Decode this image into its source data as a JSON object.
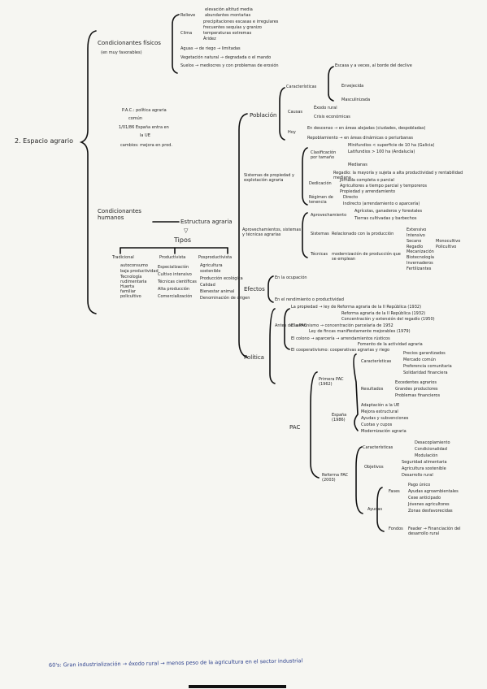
{
  "title": "2. Espacio agrario",
  "cond_fisicos": {
    "label": "Condicionantes físicos",
    "sub": "(en muy favorables)",
    "relieve": "Relieve",
    "relieve_items": [
      "elevación altitud media",
      "abundantes montañas"
    ],
    "clima": "Clima",
    "clima_items": [
      "precipitaciones escasas e irregulares",
      "frecuentes sequías y granizo",
      "temperaturas extremas",
      "Áridez"
    ],
    "aguas": "Aguas → de riego → limitadas",
    "vegetacion": "Vegetación natural → degradada o el mando",
    "suelos": "Suelos → mediocres y con problemas de erosión"
  },
  "pac_block": [
    "P.A.C.: política agraria",
    "común",
    "1/01/86 España entra en",
    "la UE",
    "cambios: mejora en prod."
  ],
  "cond_humanos": {
    "label": "Condicionantes humanos",
    "estructura": "Estructura agraria",
    "tipos": "Tipos",
    "tradicional": "Tradicional",
    "trad_items": [
      "autoconsumo",
      "baja productividad",
      "Tecnología",
      "rudimentaria",
      "Huerta",
      "familiar",
      "policultivo"
    ],
    "productivista": "Productivista",
    "prod_items": [
      "Especialización",
      "Cultivo intensivo",
      "Técnicas científicas",
      "Alta producción",
      "Comercialización"
    ],
    "posproductivista": "Posproductivista",
    "pos_items": [
      "Agricultura",
      "sostenible",
      "Producción ecológica",
      "Calidad",
      "Bienestar animal",
      "Denominación de origen"
    ]
  },
  "poblacion": {
    "label": "Población",
    "caracteristicas": "Características",
    "car_items": [
      "Escasa y a veces, al borde del declive",
      "Envejecida",
      "Masculinizada"
    ],
    "causas": "Causas",
    "causas_items": [
      "Éxodo rural",
      "Crisis económicas"
    ],
    "hoy": "Hoy",
    "hoy_items": [
      "En descenso → en áreas alejadas (ciudades, despobladas)",
      "Repoblamiento → en áreas dinámicas o periurbanas"
    ]
  },
  "sistemas": {
    "label": "Sistemas de propiedad y explotación agraria",
    "clasificacion": "Clasificación por tamaño",
    "clas_items": [
      "Minifundios < superficie de 10 ha (Galicia)",
      "Latifundios > 100 ha (Andalucía)",
      "Medianas"
    ],
    "regadio": "Regadío: la mayoría y sujeta a alta productividad y rentabilidad mediana",
    "dedicacion": "Dedicación",
    "ded_items": [
      "Jornada completa o parcial",
      "Agricultores a tiempo parcial y temporeros",
      "Propiedad y arrendamiento"
    ],
    "regimen": "Régimen de tenencia",
    "reg_items": [
      "Directo",
      "Indirecto (arrendamiento o aparcería)"
    ]
  },
  "aprovechamiento": {
    "label": "Aprovechamientos, sistemas y técnicas agrarias",
    "ap": "Aprovechamiento",
    "ap_items": [
      "Agrícolas, ganaderos y forestales",
      "Tierras cultivadas y barbechos"
    ],
    "sistemas": "Sistemas",
    "sis_text": "Relacionado con la producción",
    "sis_items": [
      "Extensivo",
      "Intensivo",
      "Secano",
      "Regadío",
      "Monocultivo",
      "Policultivo"
    ],
    "tecnicas": "Técnicas",
    "tec_text": "modernización de producción que se emplean",
    "tec_items": [
      "Mecanización",
      "Biotecnología",
      "Invernaderos",
      "Fertilizantes"
    ]
  },
  "efectos": {
    "label": "Efectos",
    "items": [
      "En la ocupación",
      "En el rendimiento o productividad"
    ]
  },
  "politica": {
    "label": "Política",
    "antes": "Antes de la PAC",
    "antes_items": [
      "La propiedad → ley de Reforma agraria de la II República (1932)",
      "Reforma agraria de la II República (1932)",
      "Concentración y extensión del regadío (1950)",
      "El armonismo → concentración parcelaria de 1952",
      "Ley de fincas manifiestamente mejorables (1979)",
      "El colono → aparcería → arrendamientos rústicos",
      "Fomento de la actividad agraria",
      "El cooperativismo: cooperativas agrarias y riego"
    ],
    "pac": "PAC",
    "primera": "Primera PAC (1962)",
    "primera_car": "Características",
    "primera_car_items": [
      "Precios garantizados",
      "Mercado común",
      "Preferencia comunitaria",
      "Solidaridad financiera"
    ],
    "resultados": "Resultados",
    "res_items": [
      "Excedentes agrarios",
      "Grandes productores",
      "Problemas financieros"
    ],
    "espana": "España (1986)",
    "esp_items": [
      "Adaptación a la UE",
      "Mejora estructural",
      "Ayudas y subvenciones",
      "Cuotas y cupos",
      "Modernización agraria"
    ],
    "reforma": "Reforma PAC (2003)",
    "ref_car": "Características",
    "ref_car_items": [
      "Desacoplamiento",
      "Condicionalidad",
      "Modulación"
    ],
    "objetivos": "Objetivos",
    "obj_items": [
      "Seguridad alimentaria",
      "Agricultura sostenible",
      "Desarrollo rural"
    ],
    "ayudas": "Ayudas",
    "fases": "Fases",
    "fases_items": [
      "Pago único",
      "Ayudas agroambientales",
      "Cese anticipado",
      "Jóvenes agricultores",
      "Zonas desfavorecidas"
    ],
    "fondos": "Fondos",
    "fondos_text": "Feader → Financiación del desarrollo rural"
  },
  "footer": "60's: Gran industrialización → éxodo rural → menos peso de la agricultura en el sector industrial"
}
